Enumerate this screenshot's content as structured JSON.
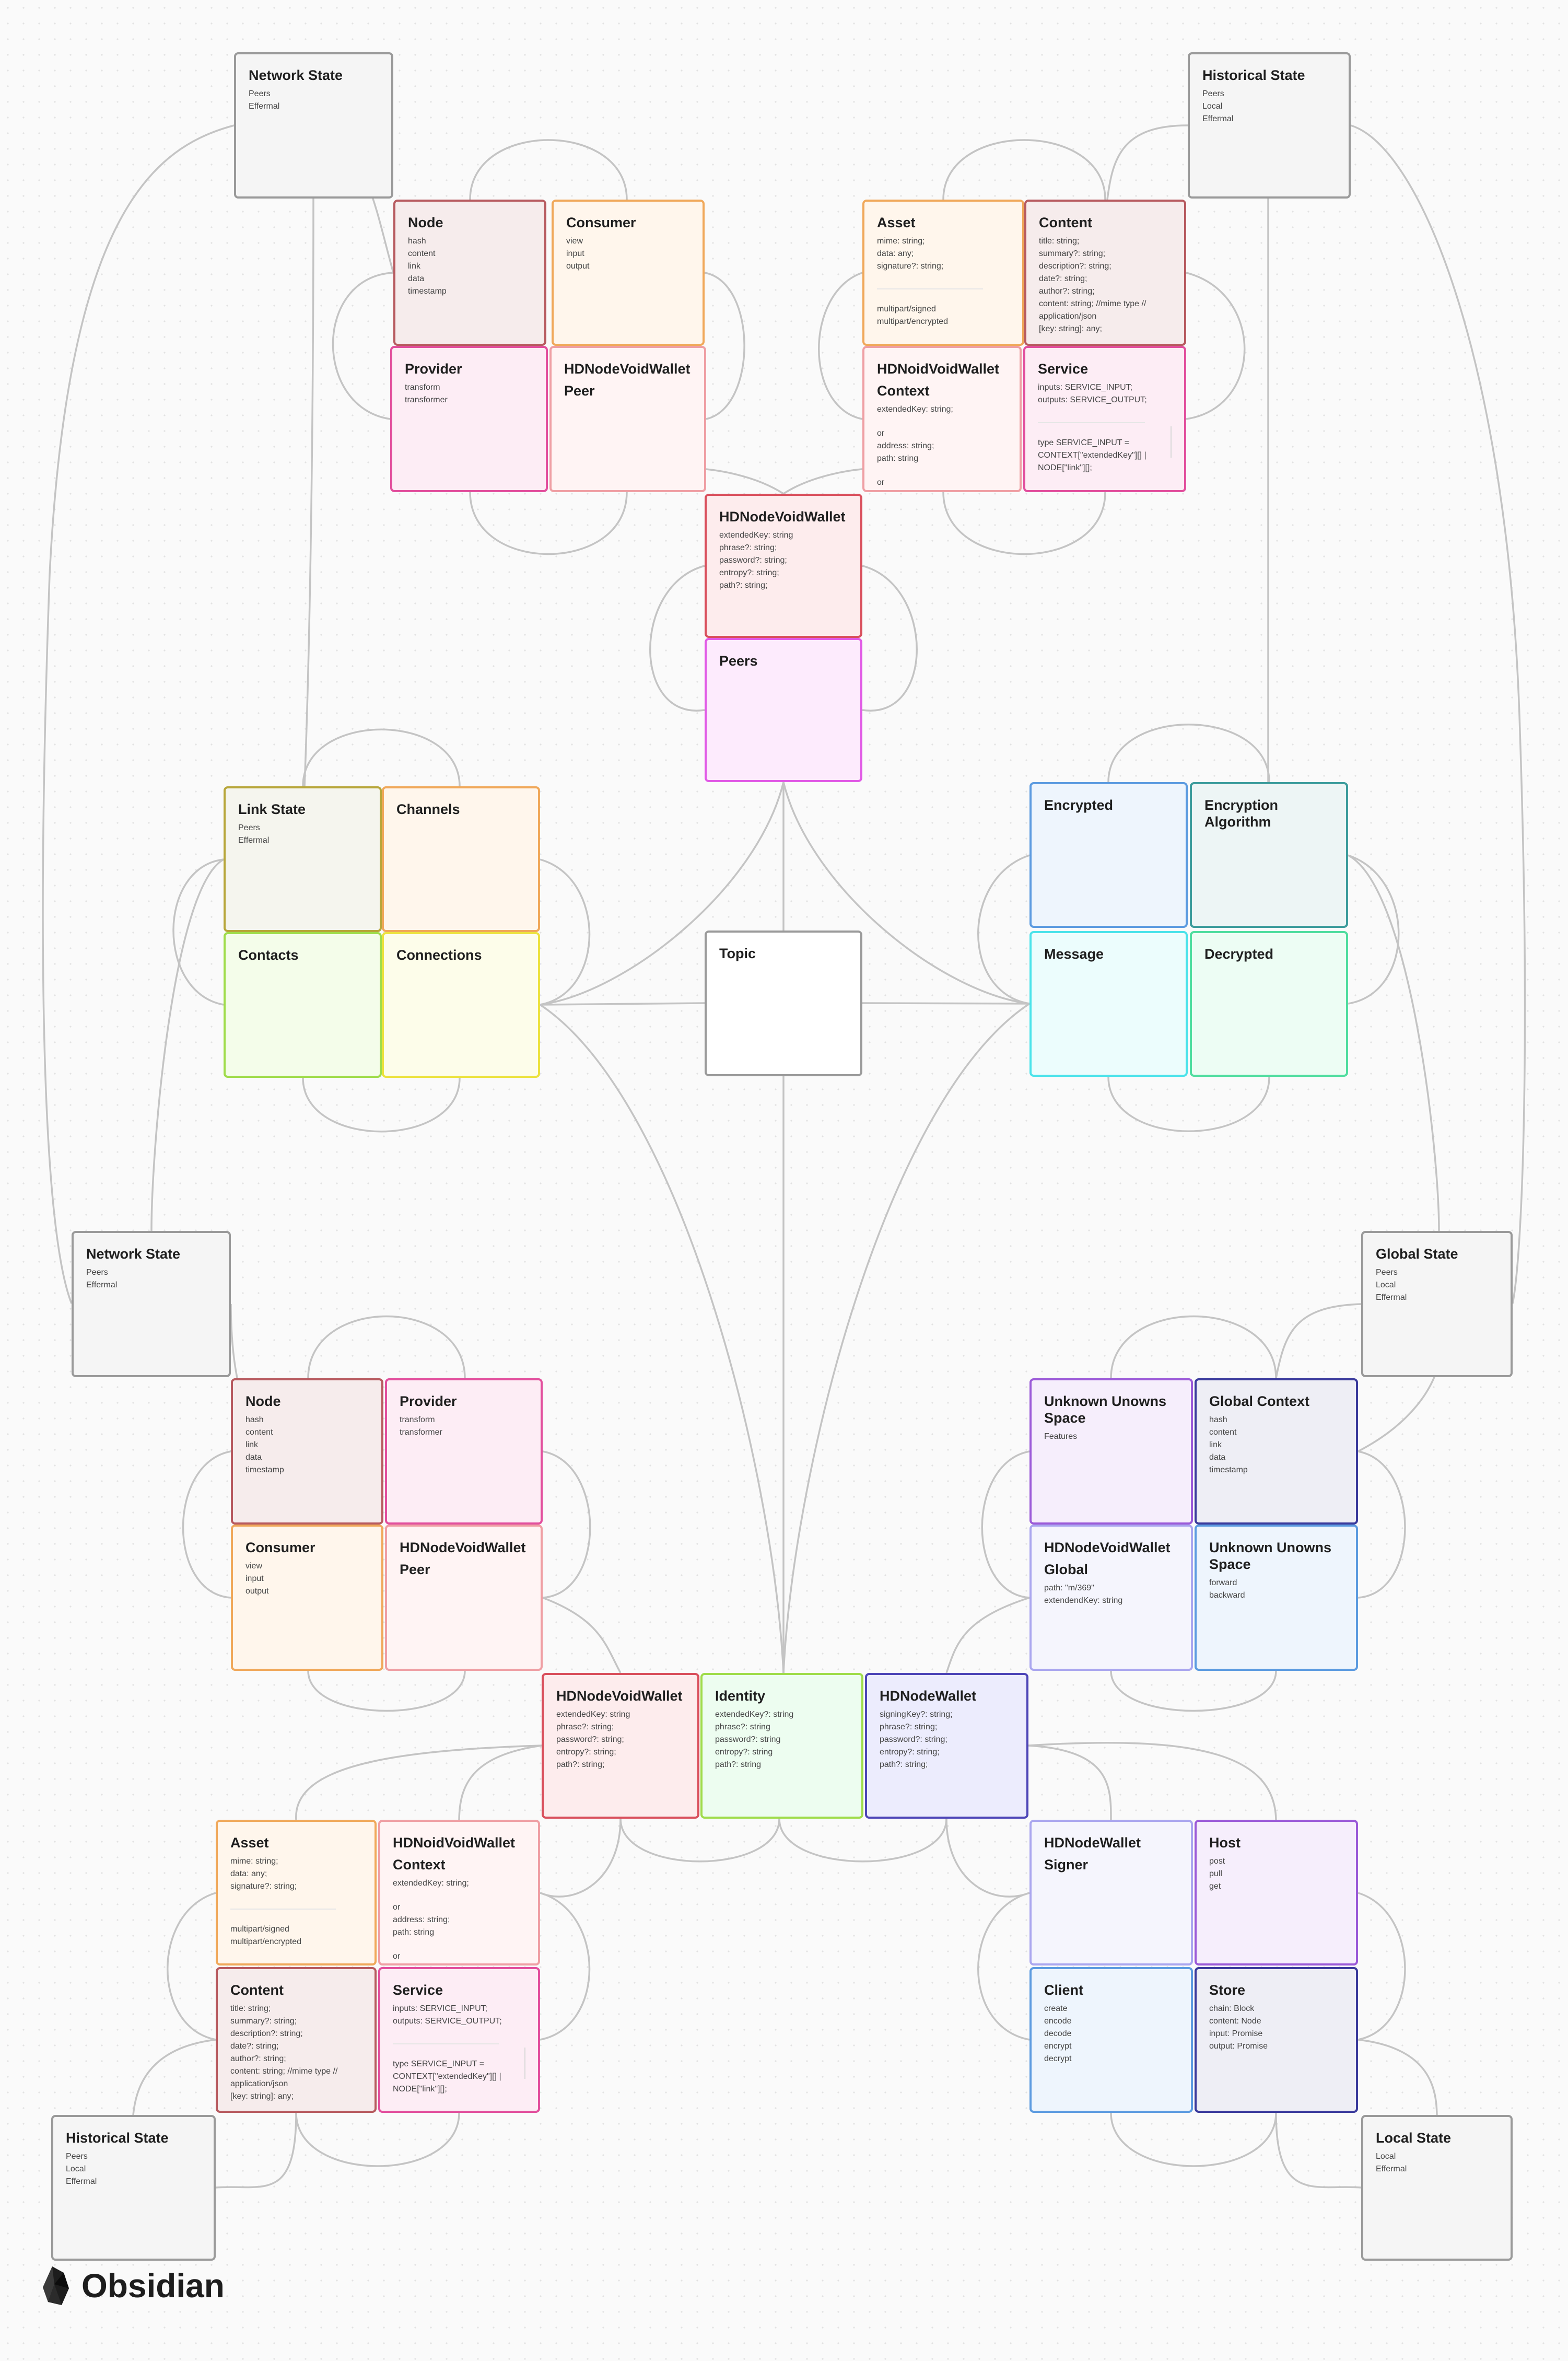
{
  "colors": {
    "edge": "#c4c4c4",
    "grey": "#9a9a9a",
    "red": "#b75a5f",
    "orange": "#f0a85a",
    "pink": "#e24f9d",
    "salmon": "#ef9fa4",
    "crimson": "#d94f5c",
    "magenta": "#e15ae6",
    "olive": "#b7a63a",
    "green": "#9fdc4a",
    "yellow": "#ece23e",
    "blue": "#5c9be0",
    "teal": "#3c9c9c",
    "cyan": "#4be3ea",
    "mint": "#50dd9f",
    "purple": "#9b5ad8",
    "navy": "#3a3a9c",
    "lavender": "#aaa6ef",
    "indigo": "#4d45b7"
  },
  "cards": {
    "ns1": {
      "title": "Network State",
      "items": [
        "Peers",
        "Effermal"
      ]
    },
    "hs1": {
      "title": "Historical State",
      "items": [
        "Peers",
        "Local",
        "Effermal"
      ]
    },
    "node1": {
      "title": "Node",
      "items": [
        "hash",
        "content",
        "link",
        "data",
        "timestamp"
      ]
    },
    "consumer1": {
      "title": "Consumer",
      "items": [
        "view",
        "input",
        "output"
      ]
    },
    "asset1": {
      "title": "Asset",
      "items": [
        "mime: string;",
        "data: any;",
        "signature?: string;"
      ],
      "items2": [
        "multipart/signed",
        "multipart/encrypted"
      ]
    },
    "content1": {
      "title": "Content",
      "items": [
        "title: string;",
        "summary?: string;",
        "description?: string;",
        "date?: string;",
        "author?: string;",
        "content: string; //mime type //",
        "application/json",
        "[key: string]: any;"
      ]
    },
    "provider1": {
      "title": "Provider",
      "items": [
        "transform",
        "transformer"
      ]
    },
    "peer1": {
      "title": "HDNodeVoidWallet",
      "subtitle": "Peer"
    },
    "context1": {
      "title": "HDNoidVoidWallet",
      "subtitle": "Context",
      "items": [
        "extendedKey: string;"
      ],
      "items2": [
        "or",
        "address: string;",
        "path: string"
      ],
      "items3": [
        "or"
      ]
    },
    "service1": {
      "title": "Service",
      "items": [
        "inputs: SERVICE_INPUT;",
        "outputs: SERVICE_OUTPUT;"
      ],
      "items2": [
        "type SERVICE_INPUT =",
        "CONTEXT[\"extendedKey\"][] |",
        "NODE[\"link\"][];"
      ]
    },
    "wallet1": {
      "title": "HDNodeVoidWallet",
      "items": [
        "extendedKey: string",
        "phrase?: string;",
        "password?: string;",
        "entropy?: string;",
        "path?: string;"
      ]
    },
    "peers1": {
      "title": "Peers"
    },
    "linkstate": {
      "title": "Link State",
      "items": [
        "Peers",
        "Effermal"
      ]
    },
    "channels": {
      "title": "Channels"
    },
    "contacts": {
      "title": "Contacts"
    },
    "connections": {
      "title": "Connections"
    },
    "topic": {
      "title": "Topic"
    },
    "encrypted": {
      "title": "Encrypted"
    },
    "encalgo": {
      "title": "Encryption\nAlgorithm"
    },
    "message": {
      "title": "Message"
    },
    "decrypted": {
      "title": "Decrypted"
    },
    "ns2": {
      "title": "Network State",
      "items": [
        "Peers",
        "Effermal"
      ]
    },
    "gs": {
      "title": "Global State",
      "items": [
        "Peers",
        "Local",
        "Effermal"
      ]
    },
    "node2": {
      "title": "Node",
      "items": [
        "hash",
        "content",
        "link",
        "data",
        "timestamp"
      ]
    },
    "provider2": {
      "title": "Provider",
      "items": [
        "transform",
        "transformer"
      ]
    },
    "consumer2": {
      "title": "Consumer",
      "items": [
        "view",
        "input",
        "output"
      ]
    },
    "peer2": {
      "title": "HDNodeVoidWallet",
      "subtitle": "Peer"
    },
    "uus1": {
      "title": "Unknown Unowns\nSpace",
      "items": [
        "Features"
      ]
    },
    "gctx": {
      "title": "Global Context",
      "items": [
        "hash",
        "content",
        "link",
        "data",
        "timestamp"
      ]
    },
    "global": {
      "title": "HDNodeVoidWallet",
      "subtitle": "Global",
      "items": [
        "path: \"m/369\"",
        "extendendKey: string"
      ]
    },
    "uus2": {
      "title": "Unknown Unowns\nSpace",
      "items": [
        "forward",
        "backward"
      ]
    },
    "wallet2": {
      "title": "HDNodeVoidWallet",
      "items": [
        "extendedKey: string",
        "phrase?: string;",
        "password?: string;",
        "entropy?: string;",
        "path?: string;"
      ]
    },
    "identity": {
      "title": "Identity",
      "items": [
        "extendedKey?: string",
        "phrase?: string",
        "password?: string",
        "entropy?: string",
        "path?: string"
      ]
    },
    "nodewallet": {
      "title": "HDNodeWallet",
      "items": [
        "signingKey?: string;",
        "phrase?: string;",
        "password?: string;",
        "entropy?: string;",
        "path?: string;"
      ]
    },
    "asset2": {
      "title": "Asset",
      "items": [
        "mime: string;",
        "data: any;",
        "signature?: string;"
      ],
      "items2": [
        "multipart/signed",
        "multipart/encrypted"
      ]
    },
    "context2": {
      "title": "HDNoidVoidWallet",
      "subtitle": "Context",
      "items": [
        "extendedKey: string;"
      ],
      "items2": [
        "or",
        "address: string;",
        "path: string"
      ],
      "items3": [
        "or"
      ]
    },
    "signer": {
      "title": "HDNodeWallet",
      "subtitle": "Signer"
    },
    "host": {
      "title": "Host",
      "items": [
        "post",
        "pull",
        "get"
      ]
    },
    "content2": {
      "title": "Content",
      "items": [
        "title: string;",
        "summary?: string;",
        "description?: string;",
        "date?: string;",
        "author?: string;",
        "content: string; //mime type //",
        "application/json",
        "[key: string]: any;"
      ]
    },
    "service2": {
      "title": "Service",
      "items": [
        "inputs: SERVICE_INPUT;",
        "outputs: SERVICE_OUTPUT;"
      ],
      "items2": [
        "type SERVICE_INPUT =",
        "CONTEXT[\"extendedKey\"][] |",
        "NODE[\"link\"][];"
      ]
    },
    "client": {
      "title": "Client",
      "items": [
        "create",
        "encode",
        "decode",
        "encrypt",
        "decrypt"
      ]
    },
    "store": {
      "title": "Store",
      "items": [
        "chain: Block",
        "content: Node",
        "input: Promise",
        "output: Promise"
      ]
    },
    "hs2": {
      "title": "Historical State",
      "items": [
        "Peers",
        "Local",
        "Effermal"
      ]
    },
    "ls": {
      "title": "Local State",
      "items": [
        "Local",
        "Effermal"
      ]
    }
  },
  "brand": {
    "name": "Obsidian",
    "logo_icon": "obsidian-logo-icon"
  }
}
